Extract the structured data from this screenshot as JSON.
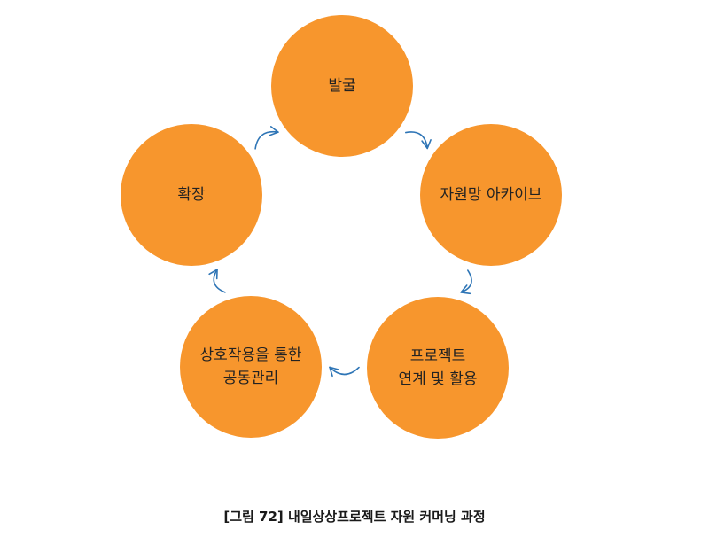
{
  "diagram": {
    "type": "cycle",
    "node_color": "#F7962D",
    "arrow_color": "#2E75B6",
    "text_color": "#222222",
    "nodes": [
      {
        "id": "discover",
        "lines": [
          "발굴"
        ]
      },
      {
        "id": "archive",
        "lines": [
          "자원망 아카이브"
        ]
      },
      {
        "id": "project",
        "lines": [
          "프로젝트",
          "연계 및 활용"
        ]
      },
      {
        "id": "co-manage",
        "lines": [
          "상호작용을 통한",
          "공동관리"
        ]
      },
      {
        "id": "expand",
        "lines": [
          "확장"
        ]
      }
    ],
    "edges": [
      {
        "from": "discover",
        "to": "archive"
      },
      {
        "from": "archive",
        "to": "project"
      },
      {
        "from": "project",
        "to": "co-manage"
      },
      {
        "from": "co-manage",
        "to": "expand"
      },
      {
        "from": "expand",
        "to": "discover"
      }
    ]
  },
  "caption": "[그림 72] 내일상상프로젝트 자원 커머닝 과정"
}
